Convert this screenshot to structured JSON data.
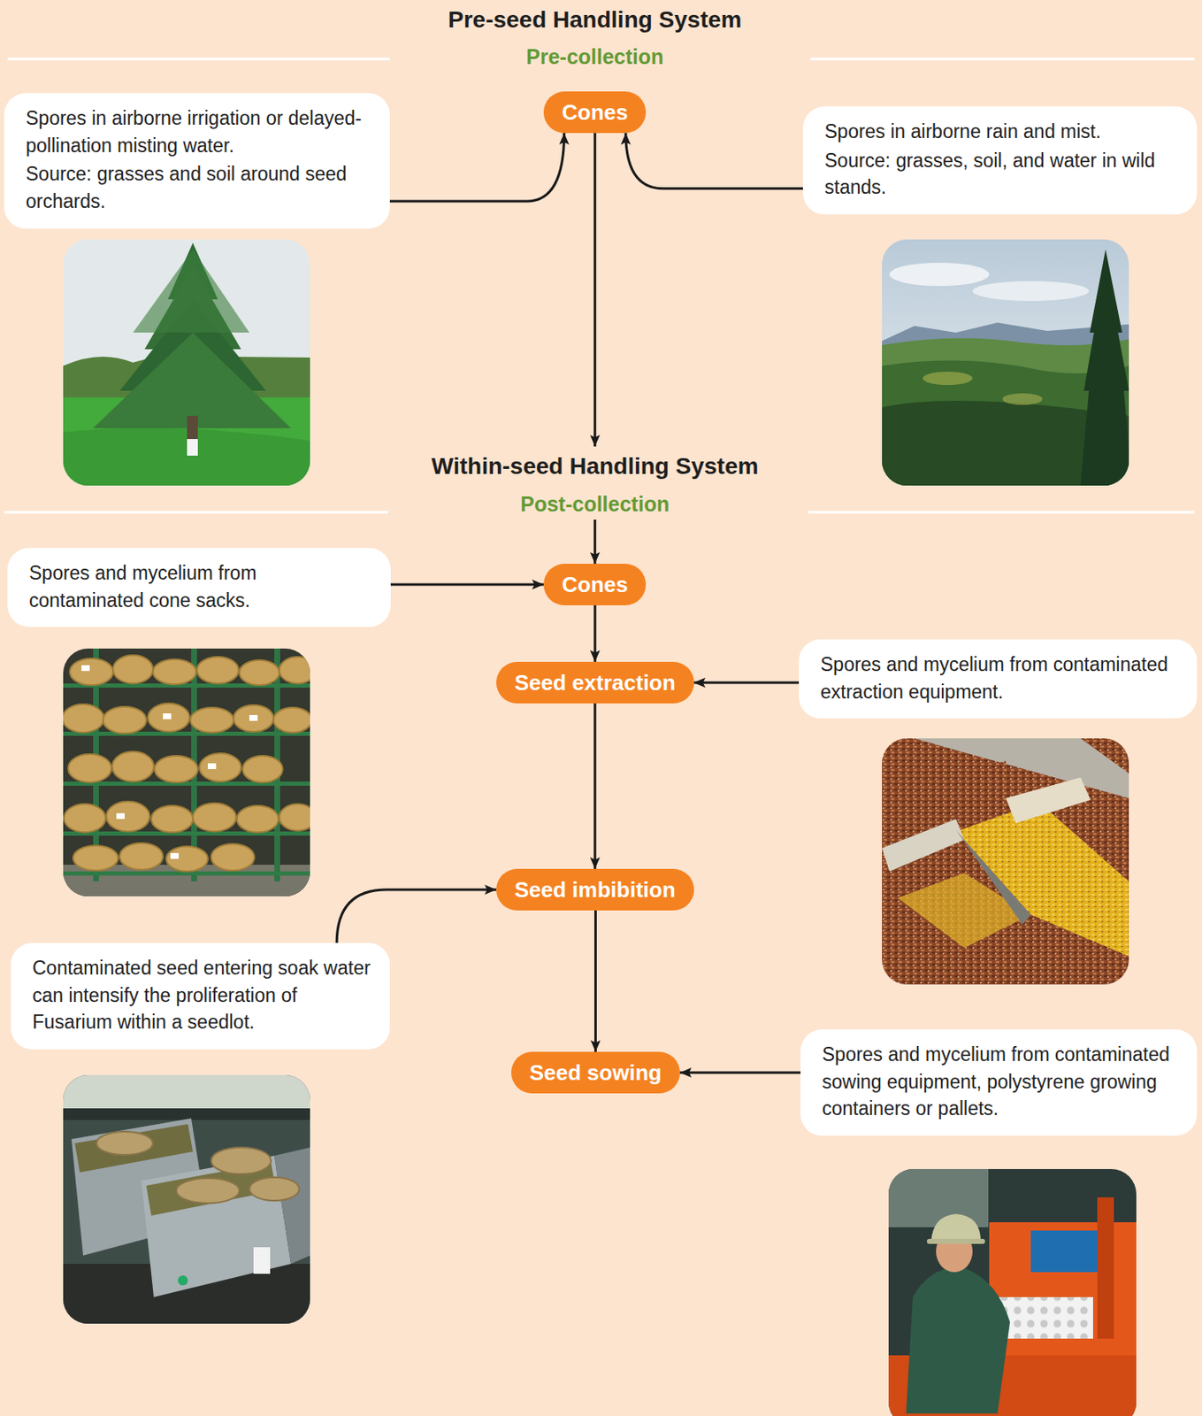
{
  "diagram": {
    "title": "Pre-seed Handling System",
    "nodes": [
      {
        "text": [
          "Spores in airborne irrigation or delayed-pollination misting water.",
          "Source: grasses and soil around seed orchards."
        ]
      },
      {
        "text": [
          "Cones"
        ]
      },
      {
        "text": [
          "Spores in airborne rain and mist.",
          "Source: grasses, soil, and water in wild stands."
        ]
      },
      {
        "text": [
          "Spores and mycelium from contaminated cone sacks."
        ]
      },
      {
        "text": [
          "Cones"
        ]
      },
      {
        "text": [
          "Seed extraction"
        ]
      },
      {
        "text": [
          "Spores and mycelium from contaminated extraction equipment."
        ]
      },
      {
        "text": [
          "Seed imbibition"
        ]
      },
      {
        "text": [
          "Contaminated seed entering soak water can intensify the proliferation of Fusarium within a seedlot."
        ]
      },
      {
        "text": [
          "Seed sowing"
        ]
      },
      {
        "text": [
          "Spores and mycelium from contaminated sowing equipment, polystyrene growing containers or pallets."
        ]
      }
    ],
    "edges": [
      {
        "from": 0,
        "to": 1,
        "arrow": "to"
      },
      {
        "from": 2,
        "to": 1,
        "arrow": "to"
      },
      {
        "from": 1,
        "to": 4,
        "arrow": "to"
      },
      {
        "from": 3,
        "to": 4,
        "arrow": "to"
      },
      {
        "from": 4,
        "to": 5,
        "arrow": "to"
      },
      {
        "from": 6,
        "to": 5,
        "arrow": "to"
      },
      {
        "from": 5,
        "to": 7,
        "arrow": "to"
      },
      {
        "from": 8,
        "to": 7,
        "arrow": "to"
      },
      {
        "from": 7,
        "to": 9,
        "arrow": "to"
      },
      {
        "from": 10,
        "to": 9,
        "arrow": "to"
      }
    ],
    "labels": [
      "Pre-collection",
      "Within-seed Handling System",
      "Post-collection"
    ]
  }
}
